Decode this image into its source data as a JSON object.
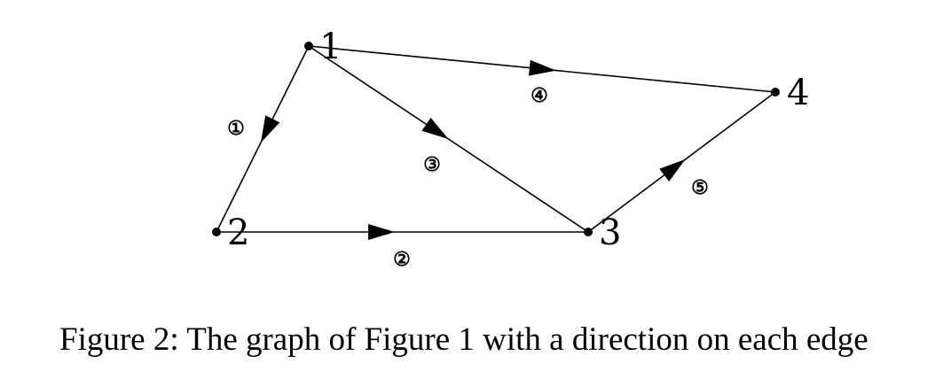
{
  "nodes": [
    {
      "id": "1",
      "label": "1"
    },
    {
      "id": "2",
      "label": "2"
    },
    {
      "id": "3",
      "label": "3"
    },
    {
      "id": "4",
      "label": "4"
    }
  ],
  "edges": [
    {
      "from": "1",
      "to": "2",
      "label": "①"
    },
    {
      "from": "2",
      "to": "3",
      "label": "②"
    },
    {
      "from": "1",
      "to": "3",
      "label": "③"
    },
    {
      "from": "1",
      "to": "4",
      "label": "④"
    },
    {
      "from": "3",
      "to": "4",
      "label": "⑤"
    }
  ],
  "caption": "Figure 2: The graph of Figure 1 with a direction on each edge"
}
